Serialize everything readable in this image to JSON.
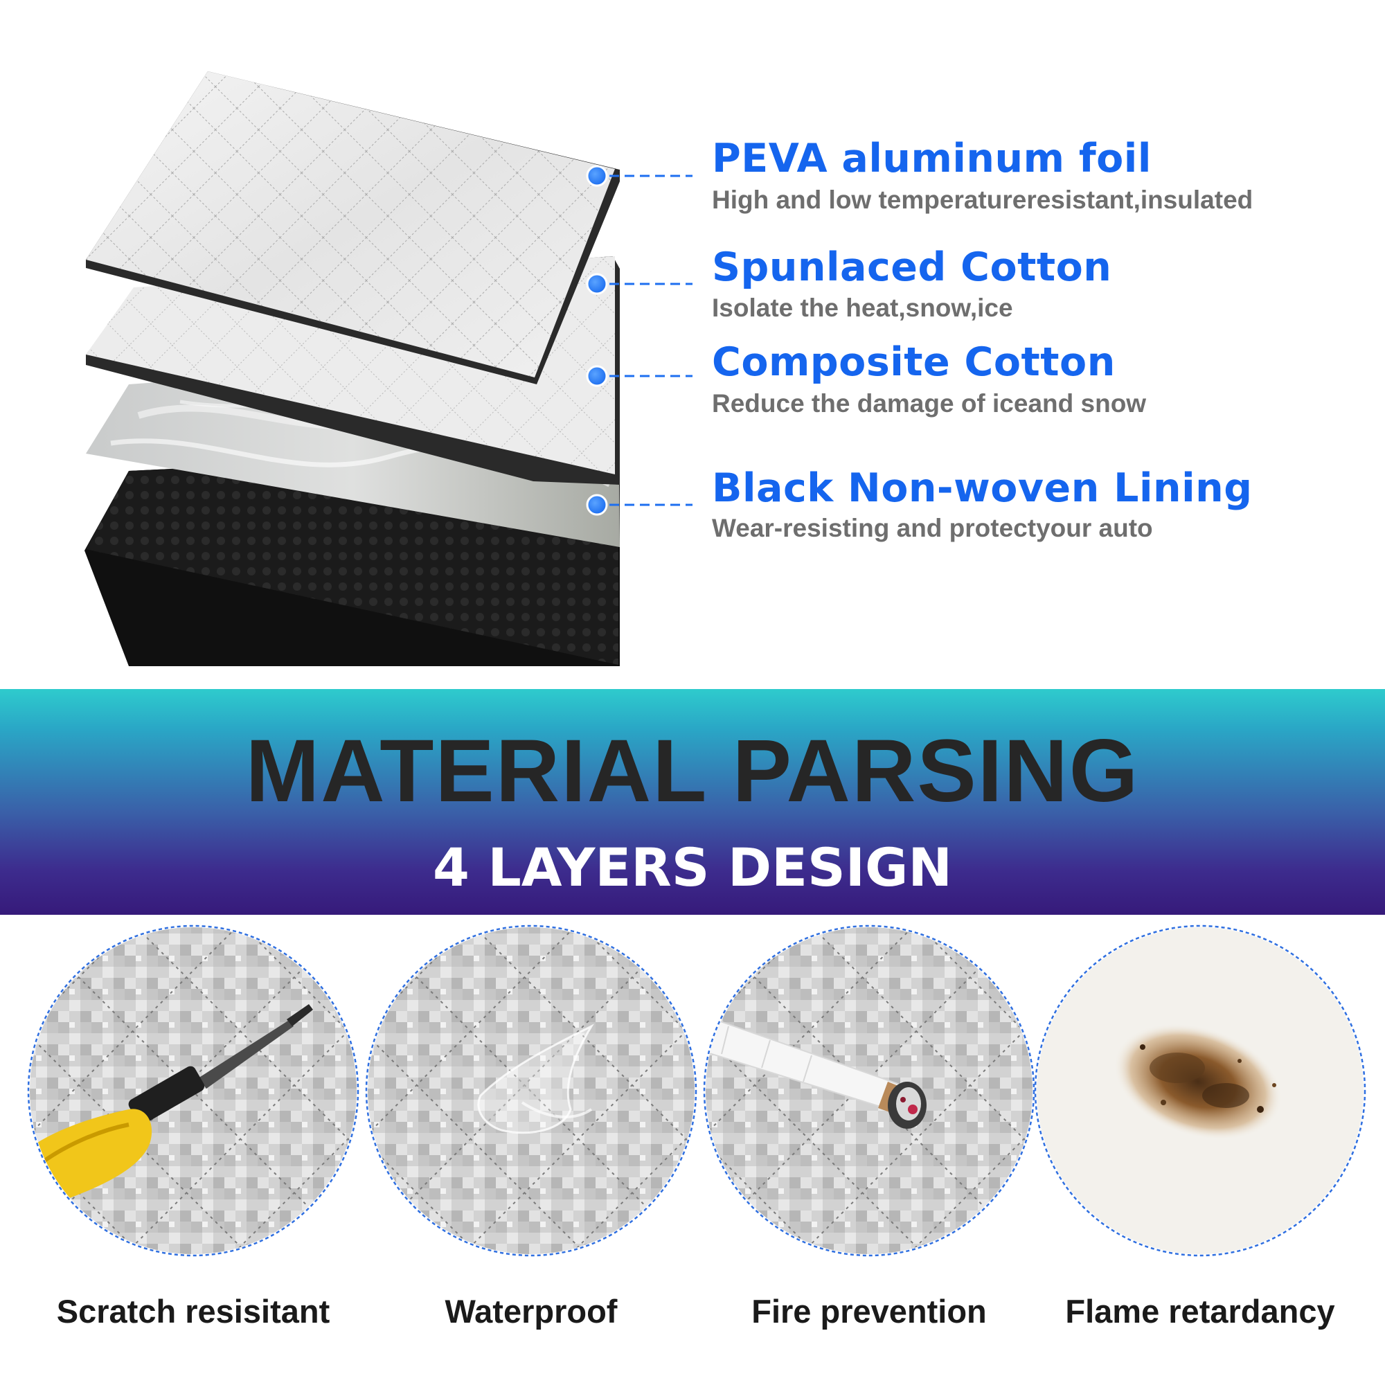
{
  "layers": [
    {
      "title": "PEVA aluminum foil",
      "description": "High and low temperatureresistant,insulated"
    },
    {
      "title": "Spunlaced Cotton",
      "description": "Isolate the heat,snow,ice"
    },
    {
      "title": "Composite Cotton",
      "description": "Reduce the damage of iceand snow"
    },
    {
      "title": "Black Non-woven Lining",
      "description": "Wear-resisting and protectyour auto"
    }
  ],
  "banner": {
    "title": "MATERIAL PARSING",
    "subtitle": "4 LAYERS DESIGN"
  },
  "features": [
    {
      "label": "Scratch resisitant",
      "icon": "screwdriver-icon"
    },
    {
      "label": "Waterproof",
      "icon": "water-drop-icon"
    },
    {
      "label": "Fire prevention",
      "icon": "cigarette-icon"
    },
    {
      "label": "Flame retardancy",
      "icon": "burn-mark-icon"
    }
  ],
  "colors": {
    "accent_blue": "#1565ee",
    "description_gray": "#6e6e6e",
    "banner_top": "#2ecbcd",
    "banner_bottom": "#361a7a",
    "dot_blue": "#1e6ff0"
  }
}
